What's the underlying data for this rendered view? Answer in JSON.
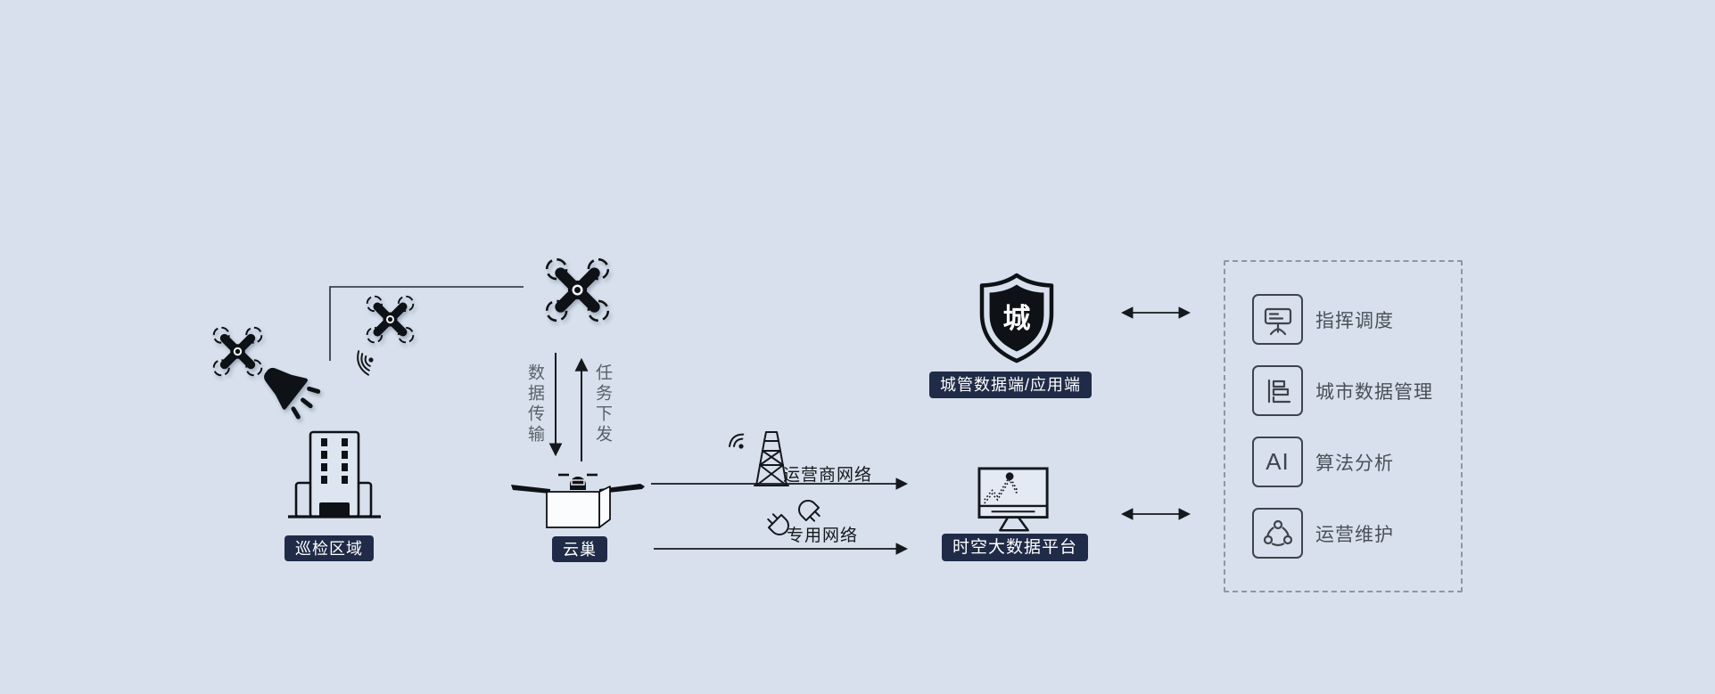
{
  "diagram": {
    "background": "#d7e0ec",
    "ink": "#14171d",
    "badge_bg": "#1f2b47",
    "badge_fg": "#ffffff",
    "left_zone": {
      "label": "巡检区域"
    },
    "nest": {
      "label": "云巢",
      "down_arrow_label": "数据传输",
      "up_arrow_label": "任务下发"
    },
    "links": [
      {
        "label": "运营商网络",
        "icon": "signal-tower-icon"
      },
      {
        "label": "专用网络",
        "icon": "plug-icon"
      }
    ],
    "endpoints": [
      {
        "label": "城管数据端/应用端",
        "icon": "city-shield-icon",
        "glyph": "城"
      },
      {
        "label": "时空大数据平台",
        "icon": "monitor-chart-icon"
      }
    ],
    "panel": {
      "items": [
        {
          "label": "指挥调度",
          "icon": "presentation-board-icon"
        },
        {
          "label": "城市数据管理",
          "icon": "data-bars-icon"
        },
        {
          "label": "算法分析",
          "icon": "ai-icon",
          "glyph": "AI"
        },
        {
          "label": "运营维护",
          "icon": "share-nodes-icon"
        }
      ]
    }
  }
}
